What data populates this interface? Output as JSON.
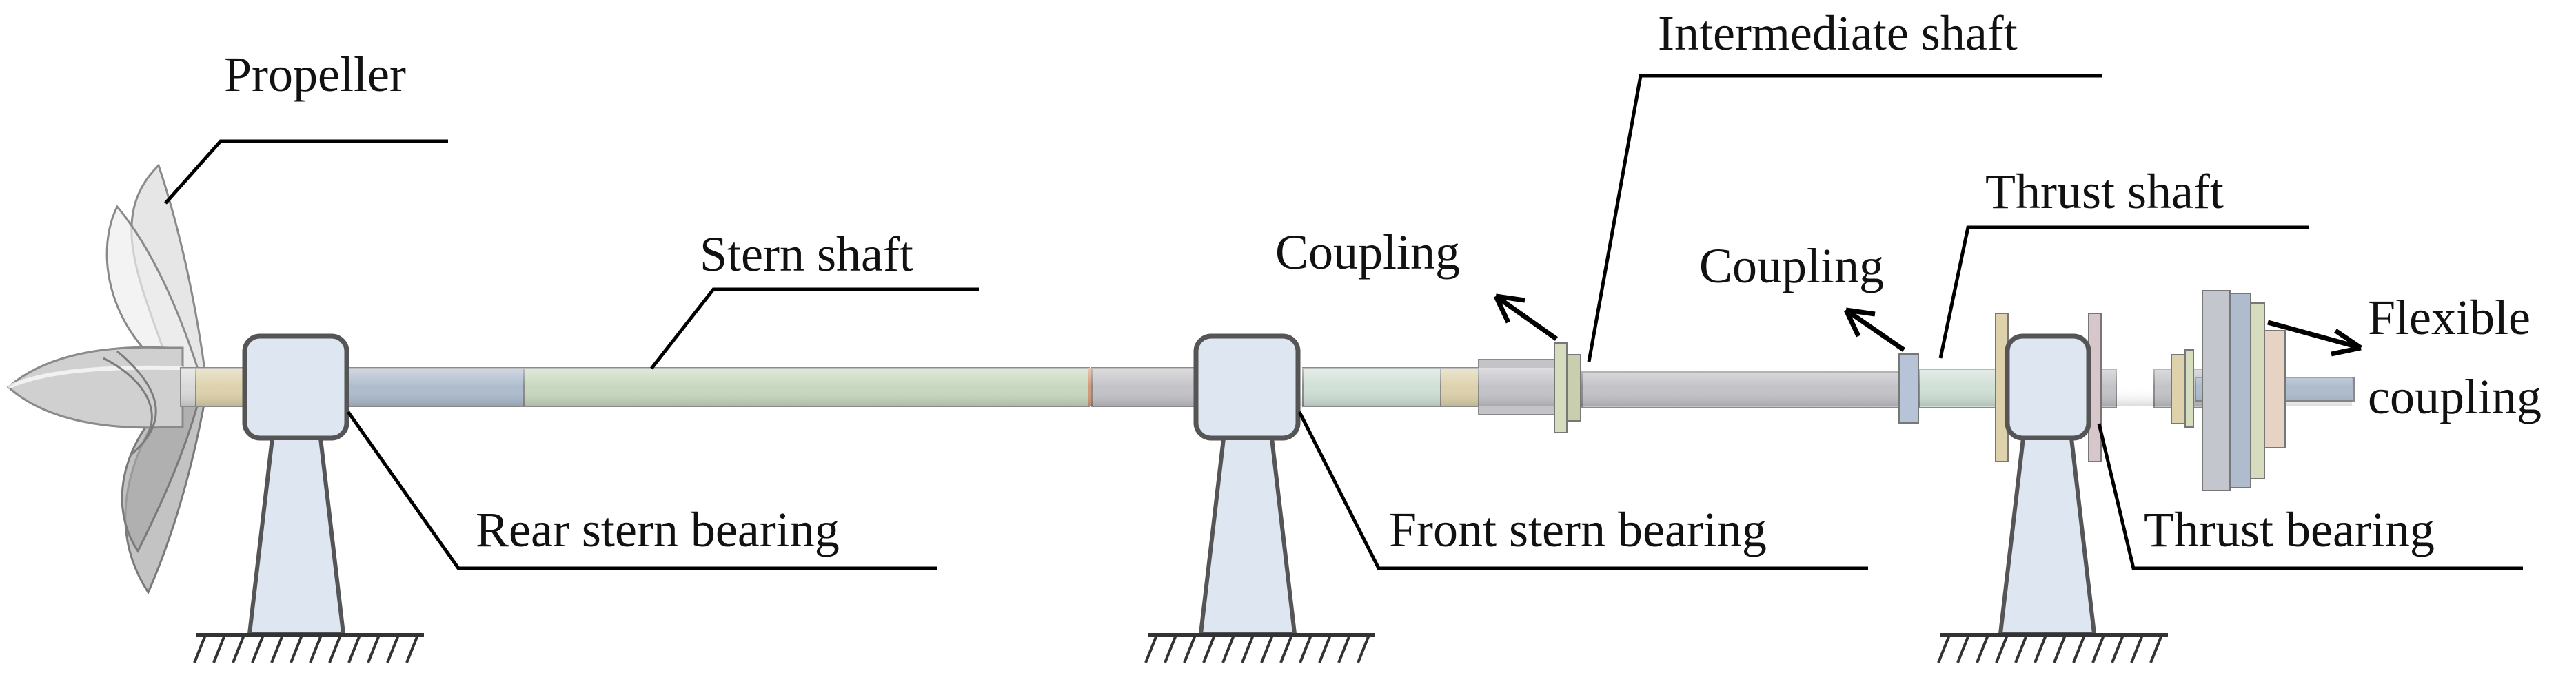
{
  "labels": {
    "propeller": "Propeller",
    "intermediate_shaft": "Intermediate shaft",
    "stern_shaft": "Stern shaft",
    "coupling_1": "Coupling",
    "coupling_2": "Coupling",
    "thrust_shaft": "Thrust shaft",
    "flexible_coupling_line1": "Flexible",
    "flexible_coupling_line2": "coupling",
    "rear_stern_bearing": "Rear stern bearing",
    "front_stern_bearing": "Front stern bearing",
    "thrust_bearing": "Thrust bearing"
  },
  "colors": {
    "bearing_fill": "#dde6f1",
    "stern_shaft_fill": "#c8d8bf",
    "shaft_blue": "#aebccd",
    "shaft_grey": "#c3c3c8",
    "collar_tan": "#ddd2ac",
    "propeller_fill": "#d9d9d9"
  }
}
